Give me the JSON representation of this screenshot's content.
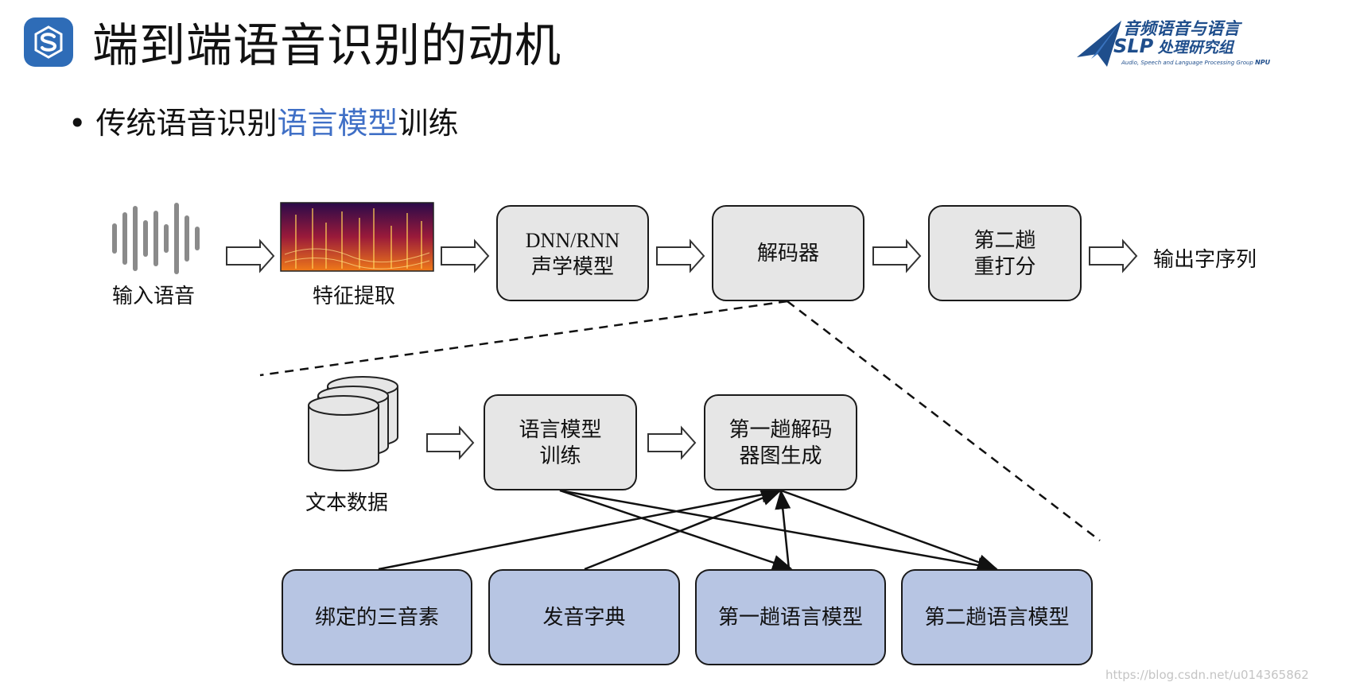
{
  "header": {
    "title": "端到端语音识别的动机",
    "logo_icon": "s-shield-logo-icon",
    "brand": {
      "line1": "音频语音与语言",
      "line2_bold": "SLP",
      "line2": "处理研究组",
      "line3": "Audio, Speech and Language Processing Group",
      "line3_tag": "NPU"
    }
  },
  "bullet": {
    "prefix": "传统语音识别",
    "highlight": "语言模型",
    "suffix": "训练",
    "highlight_color": "#3f6fc6"
  },
  "pipeline": {
    "input_label": "输入语音",
    "feature_label": "特征提取",
    "acoustic": "DNN/RNN\n声学模型",
    "decoder": "解码器",
    "rescore": "第二趟\n重打分",
    "output_label": "输出字序列"
  },
  "lm": {
    "text_data_label": "文本数据",
    "train": "语言模型\n训练",
    "graph": "第一趟解码\n器图生成",
    "sources": [
      {
        "label": "绑定的三音素"
      },
      {
        "label": "发音字典"
      },
      {
        "label": "第一趟语言模型"
      },
      {
        "label": "第二趟语言模型"
      }
    ]
  },
  "colors": {
    "gray_box": "#e6e6e6",
    "blue_box": "#b7c5e3",
    "logo_blue": "#2e6cb7"
  },
  "watermark": "https://blog.csdn.net/u014365862"
}
